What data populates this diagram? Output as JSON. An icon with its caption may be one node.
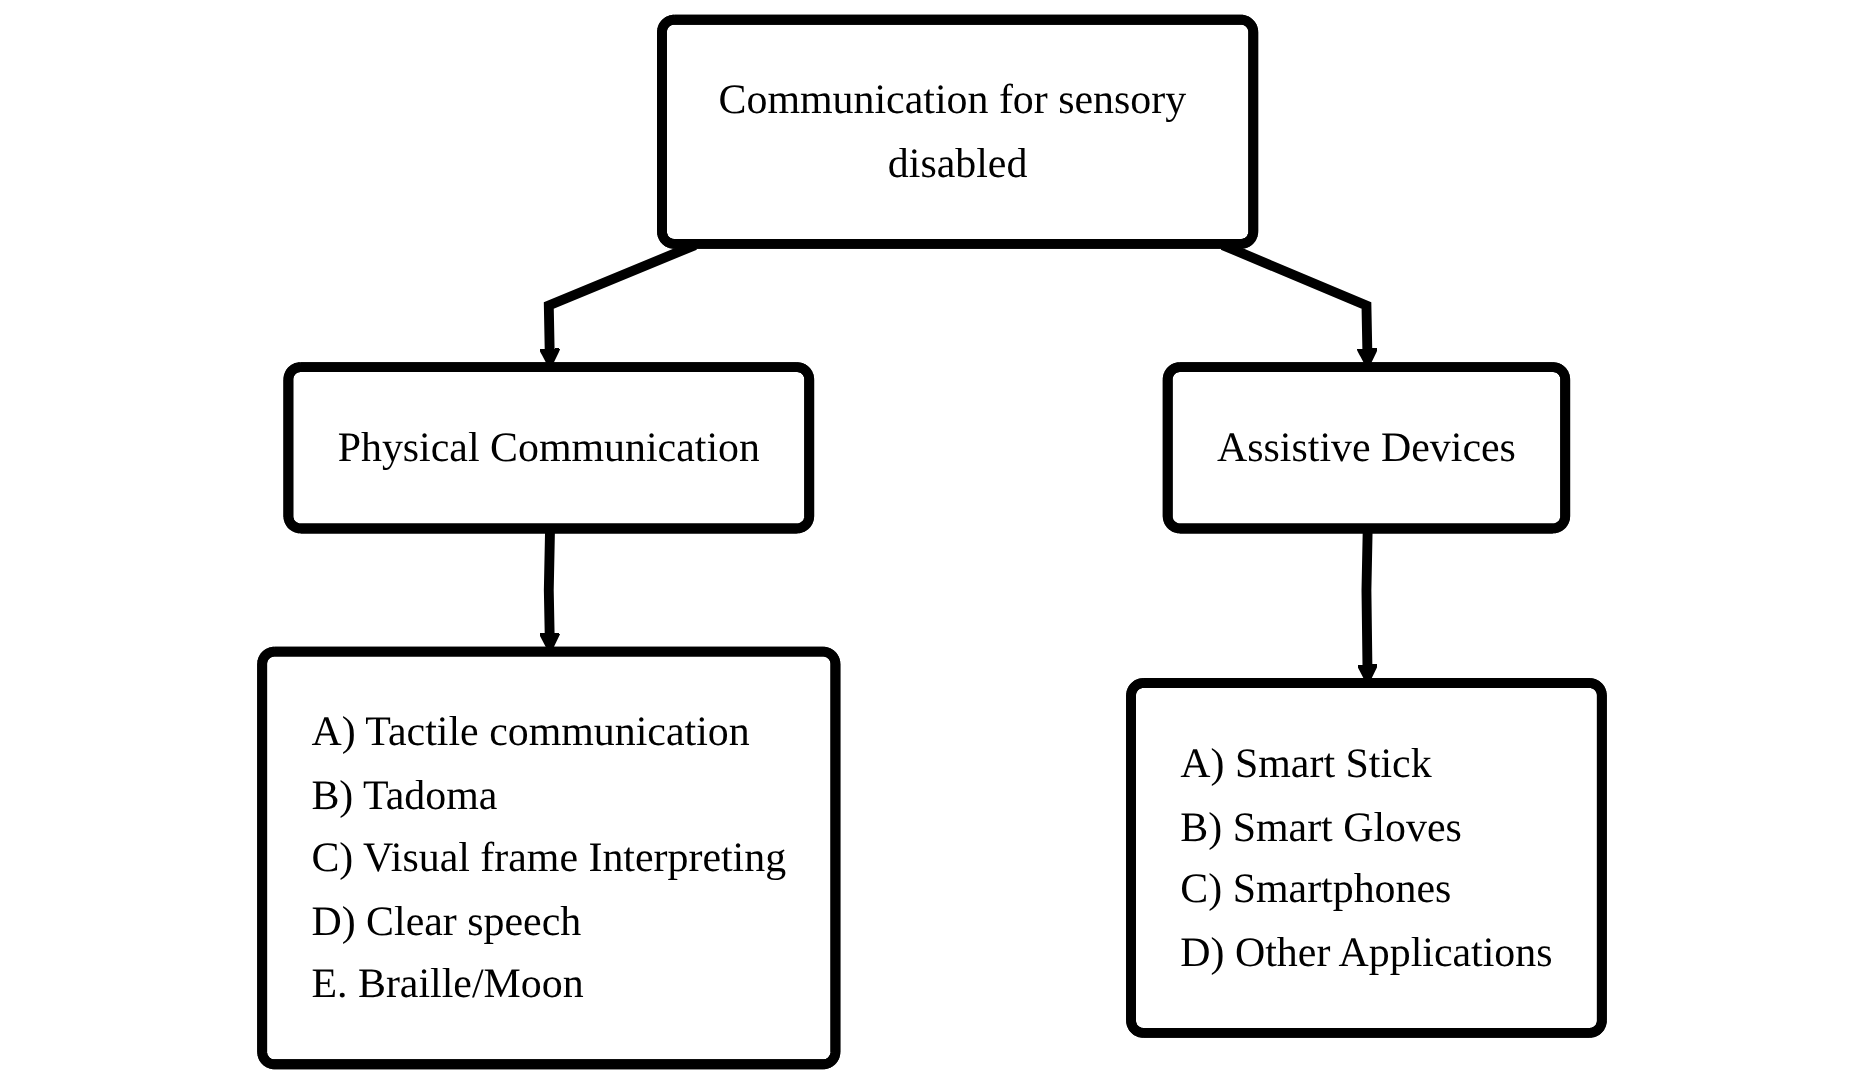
{
  "diagram": {
    "nodes": [
      {
        "text": [
          "Communication for sensory disabled"
        ]
      },
      {
        "text": [
          "Physical Communication"
        ]
      },
      {
        "text": [
          "Assistive Devices"
        ]
      },
      {
        "text": [
          "A) Tactile communication",
          "B) Tadoma",
          "C) Visual frame Interpreting",
          "D) Clear speech",
          "E. Braille/Moon"
        ]
      },
      {
        "text": [
          "A) Smart Stick",
          "B) Smart Gloves",
          "C) Smartphones",
          "D) Other Applications"
        ]
      }
    ],
    "edges": [
      {
        "from": 0,
        "to": 1,
        "arrow": "to"
      },
      {
        "from": 0,
        "to": 2,
        "arrow": "to"
      },
      {
        "from": 1,
        "to": 3,
        "arrow": "to"
      },
      {
        "from": 2,
        "to": 4,
        "arrow": "to"
      }
    ]
  }
}
